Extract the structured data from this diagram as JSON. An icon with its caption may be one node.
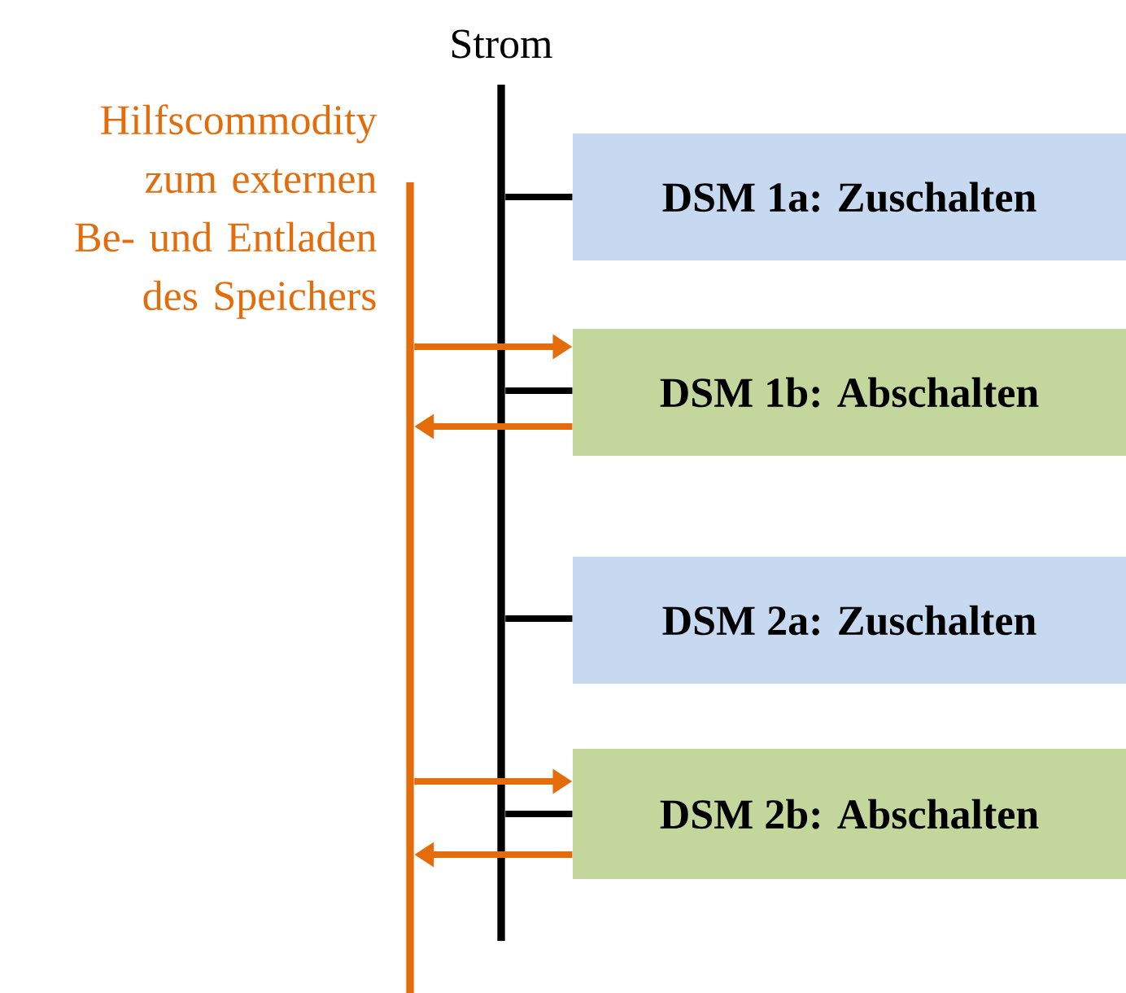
{
  "diagram": {
    "nodes": [
      {
        "text": [],
        "shape": "bar",
        "beside": [
          "Strom"
        ]
      },
      {
        "text": [],
        "shape": "bar",
        "beside": [
          "Hilfscommodity zum externen Be- und Entladen des Speichers"
        ]
      },
      {
        "text": [
          "DSM 1a: Zuschalten"
        ]
      },
      {
        "text": [
          "DSM 1b: Abschalten"
        ]
      },
      {
        "text": [
          "DSM 2a: Zuschalten"
        ]
      },
      {
        "text": [
          "DSM 2b: Abschalten"
        ]
      }
    ],
    "edges": [
      {
        "from": 0,
        "to": 2,
        "arrow": "none"
      },
      {
        "from": 0,
        "to": 3,
        "arrow": "none"
      },
      {
        "from": 0,
        "to": 4,
        "arrow": "none"
      },
      {
        "from": 0,
        "to": 5,
        "arrow": "none"
      },
      {
        "from": 1,
        "to": 3,
        "arrow": "to",
        "color": "#e46c0a"
      },
      {
        "from": 3,
        "to": 1,
        "arrow": "to",
        "color": "#e46c0a"
      },
      {
        "from": 1,
        "to": 5,
        "arrow": "to",
        "color": "#e46c0a"
      },
      {
        "from": 5,
        "to": 1,
        "arrow": "to",
        "color": "#e46c0a"
      }
    ]
  }
}
